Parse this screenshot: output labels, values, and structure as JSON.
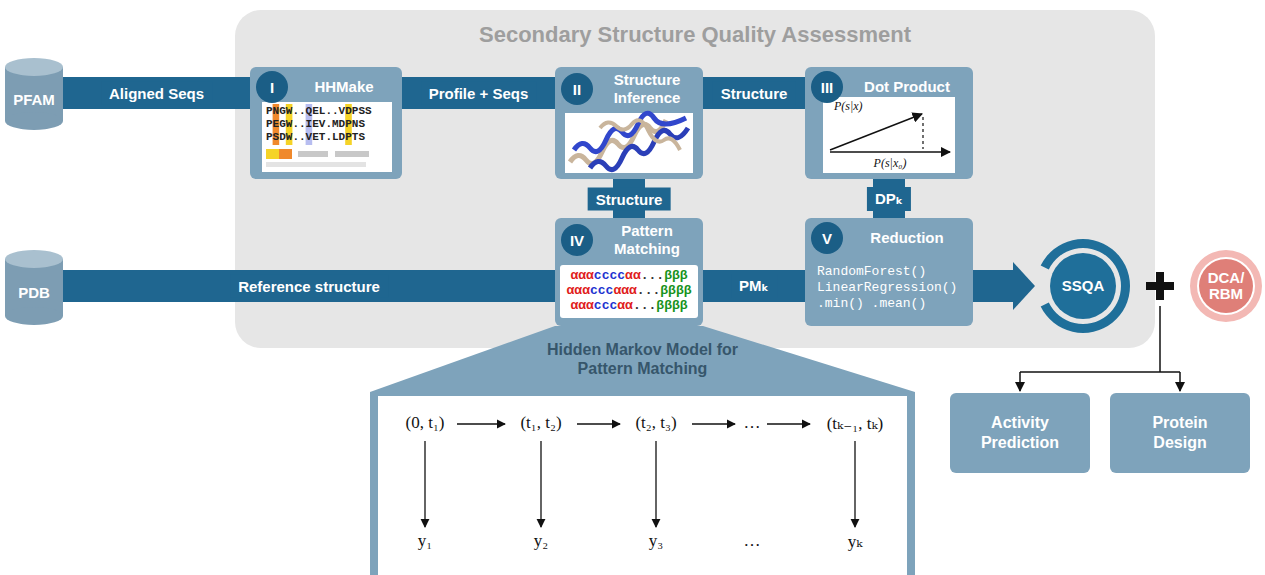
{
  "diagram": {
    "nodes": [
      {
        "text": [
          "Secondary Structure Quality Assessment"
        ]
      },
      {
        "text": [
          "PFAM"
        ]
      },
      {
        "text": [
          "I",
          "HHMake"
        ],
        "in": 0
      },
      {
        "text": [
          "II",
          "Structure Inference"
        ],
        "in": 0
      },
      {
        "text": [
          "III",
          "Dot Product"
        ],
        "in": 0
      },
      {
        "text": [
          "PDB"
        ]
      },
      {
        "text": [
          "IV",
          "Pattern Matching",
          "αααccccαα...βββ",
          "αααcccααα...ββββ",
          "αααcccαα...ββββ"
        ],
        "in": 0
      },
      {
        "text": [
          "V",
          "Reduction",
          "RandomForest() LinearRegression() .min() .mean()"
        ],
        "in": 0
      },
      {
        "text": [
          "SSQA"
        ],
        "in": 0
      },
      {
        "text": [
          "DCA/ RBM"
        ]
      },
      {
        "text": [
          "Activity Prediction"
        ]
      },
      {
        "text": [
          "Protein Design"
        ]
      },
      {
        "text": [
          "Hidden Markov Model for Pattern Matching"
        ]
      }
    ],
    "edges": [
      {
        "from": 1,
        "to": 2,
        "arrow": "none",
        "label": "Aligned Seqs"
      },
      {
        "from": 2,
        "to": 3,
        "arrow": "none",
        "label": "Profile + Seqs"
      },
      {
        "from": 3,
        "to": 4,
        "arrow": "none",
        "label": "Structure"
      },
      {
        "from": 3,
        "to": 6,
        "arrow": "none",
        "label": "Structure"
      },
      {
        "from": 5,
        "to": 6,
        "arrow": "none",
        "label": "Reference structure"
      },
      {
        "from": 4,
        "to": 7,
        "arrow": "none",
        "label": "DPₖ"
      },
      {
        "from": 6,
        "to": 7,
        "arrow": "none",
        "label": "PMₖ"
      },
      {
        "from": 7,
        "to": 8,
        "arrow": "to"
      }
    ],
    "labels": [
      "PNGW..QEL..VDPSS",
      "PEGW..IEV.MDPNS",
      "PSDW..VET.LDPTS",
      "P(s|x)",
      "P(s|x₀)",
      "(0, t₁)",
      "(t₁, t₂)",
      "(t₂, t₃)",
      "…",
      "(tₖ₋₁, tₖ)",
      "y₁",
      "y₂",
      "y₃",
      "…",
      "yₖ"
    ]
  }
}
